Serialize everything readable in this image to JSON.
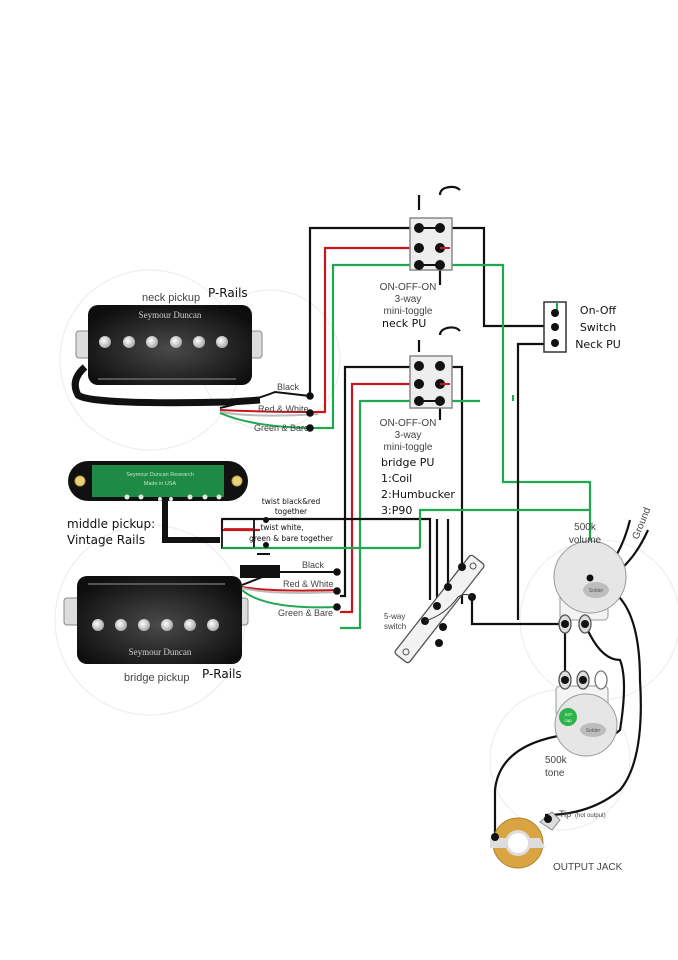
{
  "colors": {
    "wire_black": "#111111",
    "wire_red": "#c8161d",
    "wire_green": "#1fa84f",
    "pickup_body": "#1a1a1a",
    "middle_pcb": "#1f8a46",
    "pot_body": "#e6e6e6",
    "solder": "#bdbdbd",
    "cap": "#2db34a",
    "jack_ring": "#d9a441"
  },
  "neck_pickup": {
    "title": "neck pickup",
    "model": "P-Rails",
    "brand": "Seymour Duncan",
    "wires": [
      "Black",
      "Red & White",
      "Green & Bare"
    ]
  },
  "middle_pickup": {
    "title_line1": "middle pickup:",
    "title_line2": "Vintage Rails",
    "pcb_line1": "Seymour Duncan Research",
    "pcb_line2": "Made in USA",
    "note1_line1": "twist black&red",
    "note1_line2": "together",
    "note2_line1": "twist white,",
    "note2_line2": "green & bare together"
  },
  "bridge_pickup": {
    "title": "bridge pickup",
    "model": "P-Rails",
    "brand": "Seymour Duncan",
    "wires": [
      "Black",
      "Red & White",
      "Green & Bare"
    ]
  },
  "neck_toggle": {
    "line1": "ON-OFF-ON",
    "line2": "3-way",
    "line3": "mini-toggle",
    "line4": "neck PU"
  },
  "bridge_toggle": {
    "line1": "ON-OFF-ON",
    "line2": "3-way",
    "line3": "mini-toggle",
    "line4": "bridge PU",
    "modes": [
      "1:Coil",
      "2:Humbucker",
      "3:P90"
    ]
  },
  "onoff_switch": {
    "line1": "On-Off",
    "line2": "Switch",
    "line3": "Neck PU"
  },
  "five_way": {
    "line1": "5-way",
    "line2": "switch"
  },
  "volume_pot": {
    "value": "500k",
    "name": "volume",
    "solder": "Solder",
    "ground": "Ground"
  },
  "tone_pot": {
    "value": "500k",
    "name": "tone",
    "solder": "Solder",
    "cap_line1": ".047",
    "cap_line2": "cap"
  },
  "output_jack": {
    "tip": "Tip",
    "tip_note": "(hot output)",
    "label": "OUTPUT JACK"
  }
}
